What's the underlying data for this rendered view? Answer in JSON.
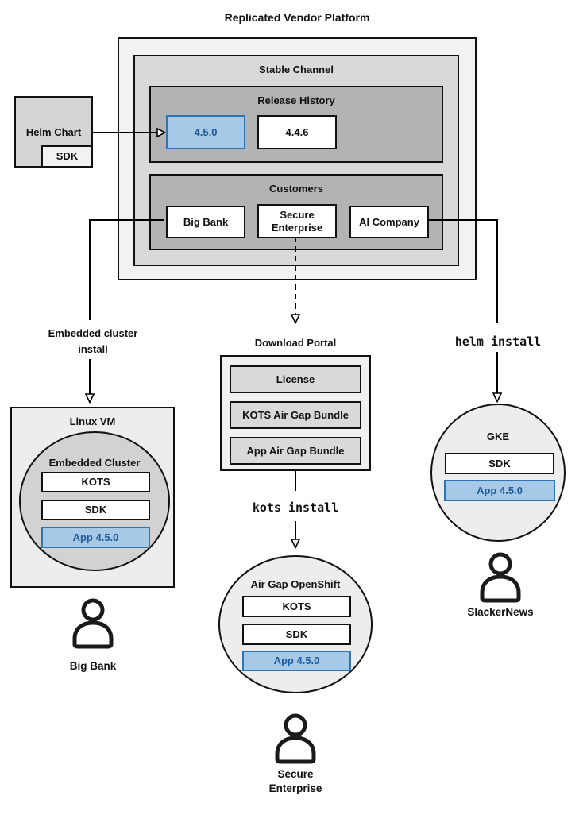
{
  "diagram_title": "Replicated Vendor Platform",
  "colors": {
    "outer_fill": "#f2f2f2",
    "channel_fill": "#d9d9d9",
    "inner_fill": "#b3b3b3",
    "highlight_fill": "#a7c9e8",
    "highlight_border": "#2e75b6",
    "highlight_text": "#1f5b99"
  },
  "stable_channel": {
    "label": "Stable Channel",
    "release_history": {
      "label": "Release History",
      "releases": [
        {
          "version": "4.5.0",
          "highlighted": true
        },
        {
          "version": "4.4.6",
          "highlighted": false
        }
      ]
    },
    "customers": {
      "label": "Customers",
      "items": [
        {
          "name": "Big Bank"
        },
        {
          "name": "Secure Enterprise"
        },
        {
          "name": "AI Company"
        }
      ]
    }
  },
  "helm_chart": {
    "label": "Helm Chart",
    "sdk": "SDK"
  },
  "install_flows": {
    "embedded": {
      "label": "Embedded cluster\ninstall"
    },
    "kots": {
      "label": "kots install"
    },
    "helm": {
      "label": "helm install"
    }
  },
  "download_portal": {
    "label": "Download Portal",
    "items": [
      {
        "name": "License"
      },
      {
        "name": "KOTS Air Gap Bundle"
      },
      {
        "name": "App Air Gap Bundle"
      }
    ]
  },
  "linux_vm": {
    "label": "Linux VM",
    "cluster": {
      "label": "Embedded Cluster",
      "components": [
        {
          "name": "KOTS",
          "highlighted": false
        },
        {
          "name": "SDK",
          "highlighted": false
        },
        {
          "name": "App 4.5.0",
          "highlighted": true
        }
      ]
    },
    "user": "Big Bank"
  },
  "openshift": {
    "label": "Air Gap OpenShift",
    "components": [
      {
        "name": "KOTS",
        "highlighted": false
      },
      {
        "name": "SDK",
        "highlighted": false
      },
      {
        "name": "App 4.5.0",
        "highlighted": true
      }
    ],
    "user": "Secure\nEnterprise"
  },
  "gke": {
    "label": "GKE",
    "components": [
      {
        "name": "SDK",
        "highlighted": false
      },
      {
        "name": "App 4.5.0",
        "highlighted": true
      }
    ],
    "user": "SlackerNews"
  }
}
